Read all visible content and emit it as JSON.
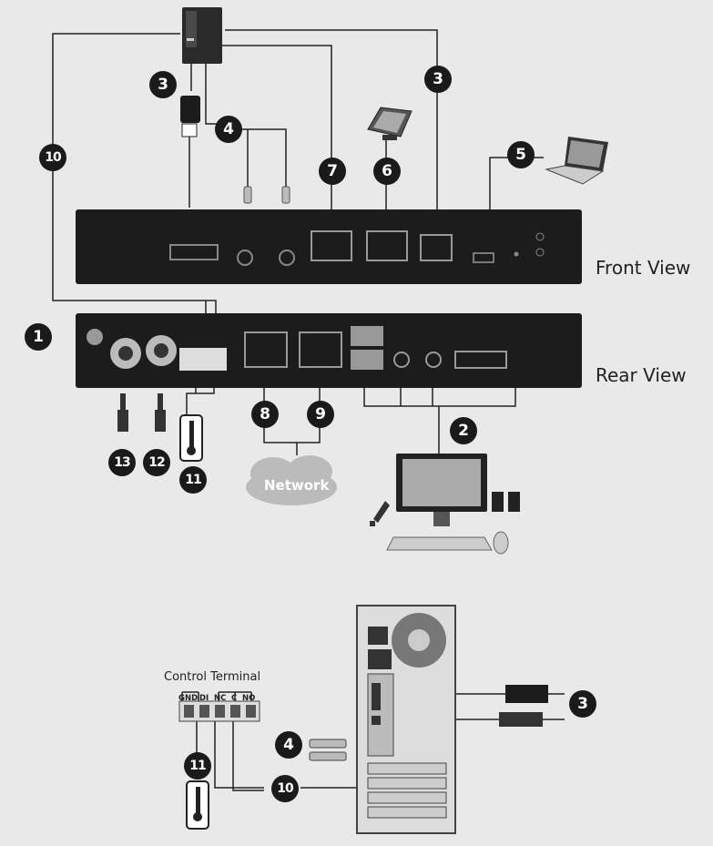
{
  "labels": {
    "front_view": "Front View",
    "rear_view": "Rear View",
    "control_terminal": "Control Terminal",
    "network": "Network"
  },
  "terminal_pins": [
    "GND",
    "DI",
    "NC",
    "C",
    "NO"
  ],
  "callouts": {
    "c1": "1",
    "c2": "2",
    "c3a": "3",
    "c3b": "3",
    "c3c": "3",
    "c4a": "4",
    "c4b": "4",
    "c5": "5",
    "c6": "6",
    "c7": "7",
    "c8": "8",
    "c9": "9",
    "c10a": "10",
    "c10b": "10",
    "c11a": "11",
    "c11b": "11",
    "c12": "12",
    "c13": "13"
  },
  "colors": {
    "background": "#e9e9e9",
    "device": "#1c1c1c",
    "badge": "#1a1a1a"
  }
}
